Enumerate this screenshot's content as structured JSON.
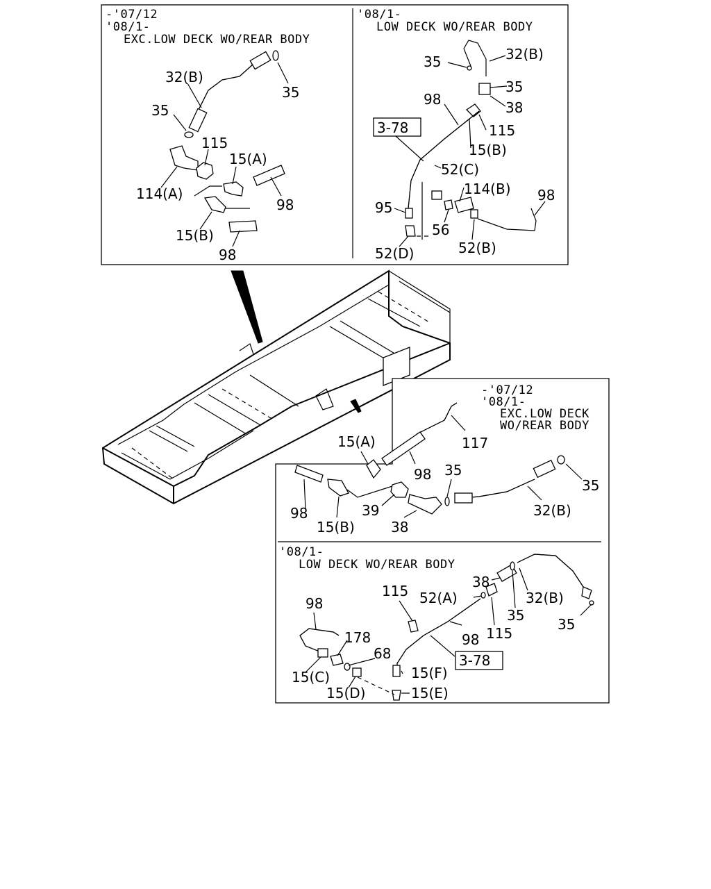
{
  "panels": {
    "top_left": {
      "conditions": [
        "-'07/12",
        "'08/1-",
        "EXC.LOW DECK WO/REAR BODY"
      ],
      "labels": {
        "hose_32b": "32(B)",
        "washer_35_top": "35",
        "washer_35_left": "35",
        "nut_115": "115",
        "elbow_15a": "15(A)",
        "fitting_114a": "114(A)",
        "pipe_98_right": "98",
        "fitting_15b": "15(B)",
        "pipe_98_bottom": "98"
      }
    },
    "top_right": {
      "conditions": [
        "'08/1-",
        "LOW DECK WO/REAR BODY"
      ],
      "labels": {
        "washer_35_a": "35",
        "hose_32b": "32(B)",
        "washer_35_b": "35",
        "connector_38": "38",
        "pipe_98_top": "98",
        "nut_115": "115",
        "fitting_15b": "15(B)",
        "ref_box": "3-78",
        "fitting_52c": "52(C)",
        "fitting_114b": "114(B)",
        "pipe_98_right": "98",
        "fitting_95": "95",
        "nut_56": "56",
        "fitting_52b": "52(B)",
        "fitting_52d": "52(D)"
      }
    },
    "bottom_upper": {
      "conditions": [
        "-'07/12",
        "'08/1-",
        "EXC.LOW DECK",
        "WO/REAR BODY"
      ],
      "labels": {
        "elbow_15a": "15(A)",
        "pipe_117": "117",
        "pipe_98_mid": "98",
        "washer_35_a": "35",
        "washer_35_b": "35",
        "pipe_98_left": "98",
        "fitting_15b": "15(B)",
        "nut_39": "39",
        "connector_38": "38",
        "hose_32b": "32(B)"
      }
    },
    "bottom_lower": {
      "conditions": [
        "'08/1-",
        "LOW DECK WO/REAR BODY"
      ],
      "labels": {
        "connector_38": "38",
        "nut_115_top": "115",
        "fitting_52a": "52(A)",
        "hose_32b": "32(B)",
        "washer_35_a": "35",
        "washer_35_b": "35",
        "pipe_98_left": "98",
        "nut_115_mid": "115",
        "fitting_178": "178",
        "pipe_98_mid": "98",
        "ref_box": "3-78",
        "nut_68": "68",
        "fitting_15c": "15(C)",
        "fitting_15f": "15(F)",
        "fitting_15d": "15(D)",
        "fitting_15e": "15(E)"
      }
    }
  }
}
